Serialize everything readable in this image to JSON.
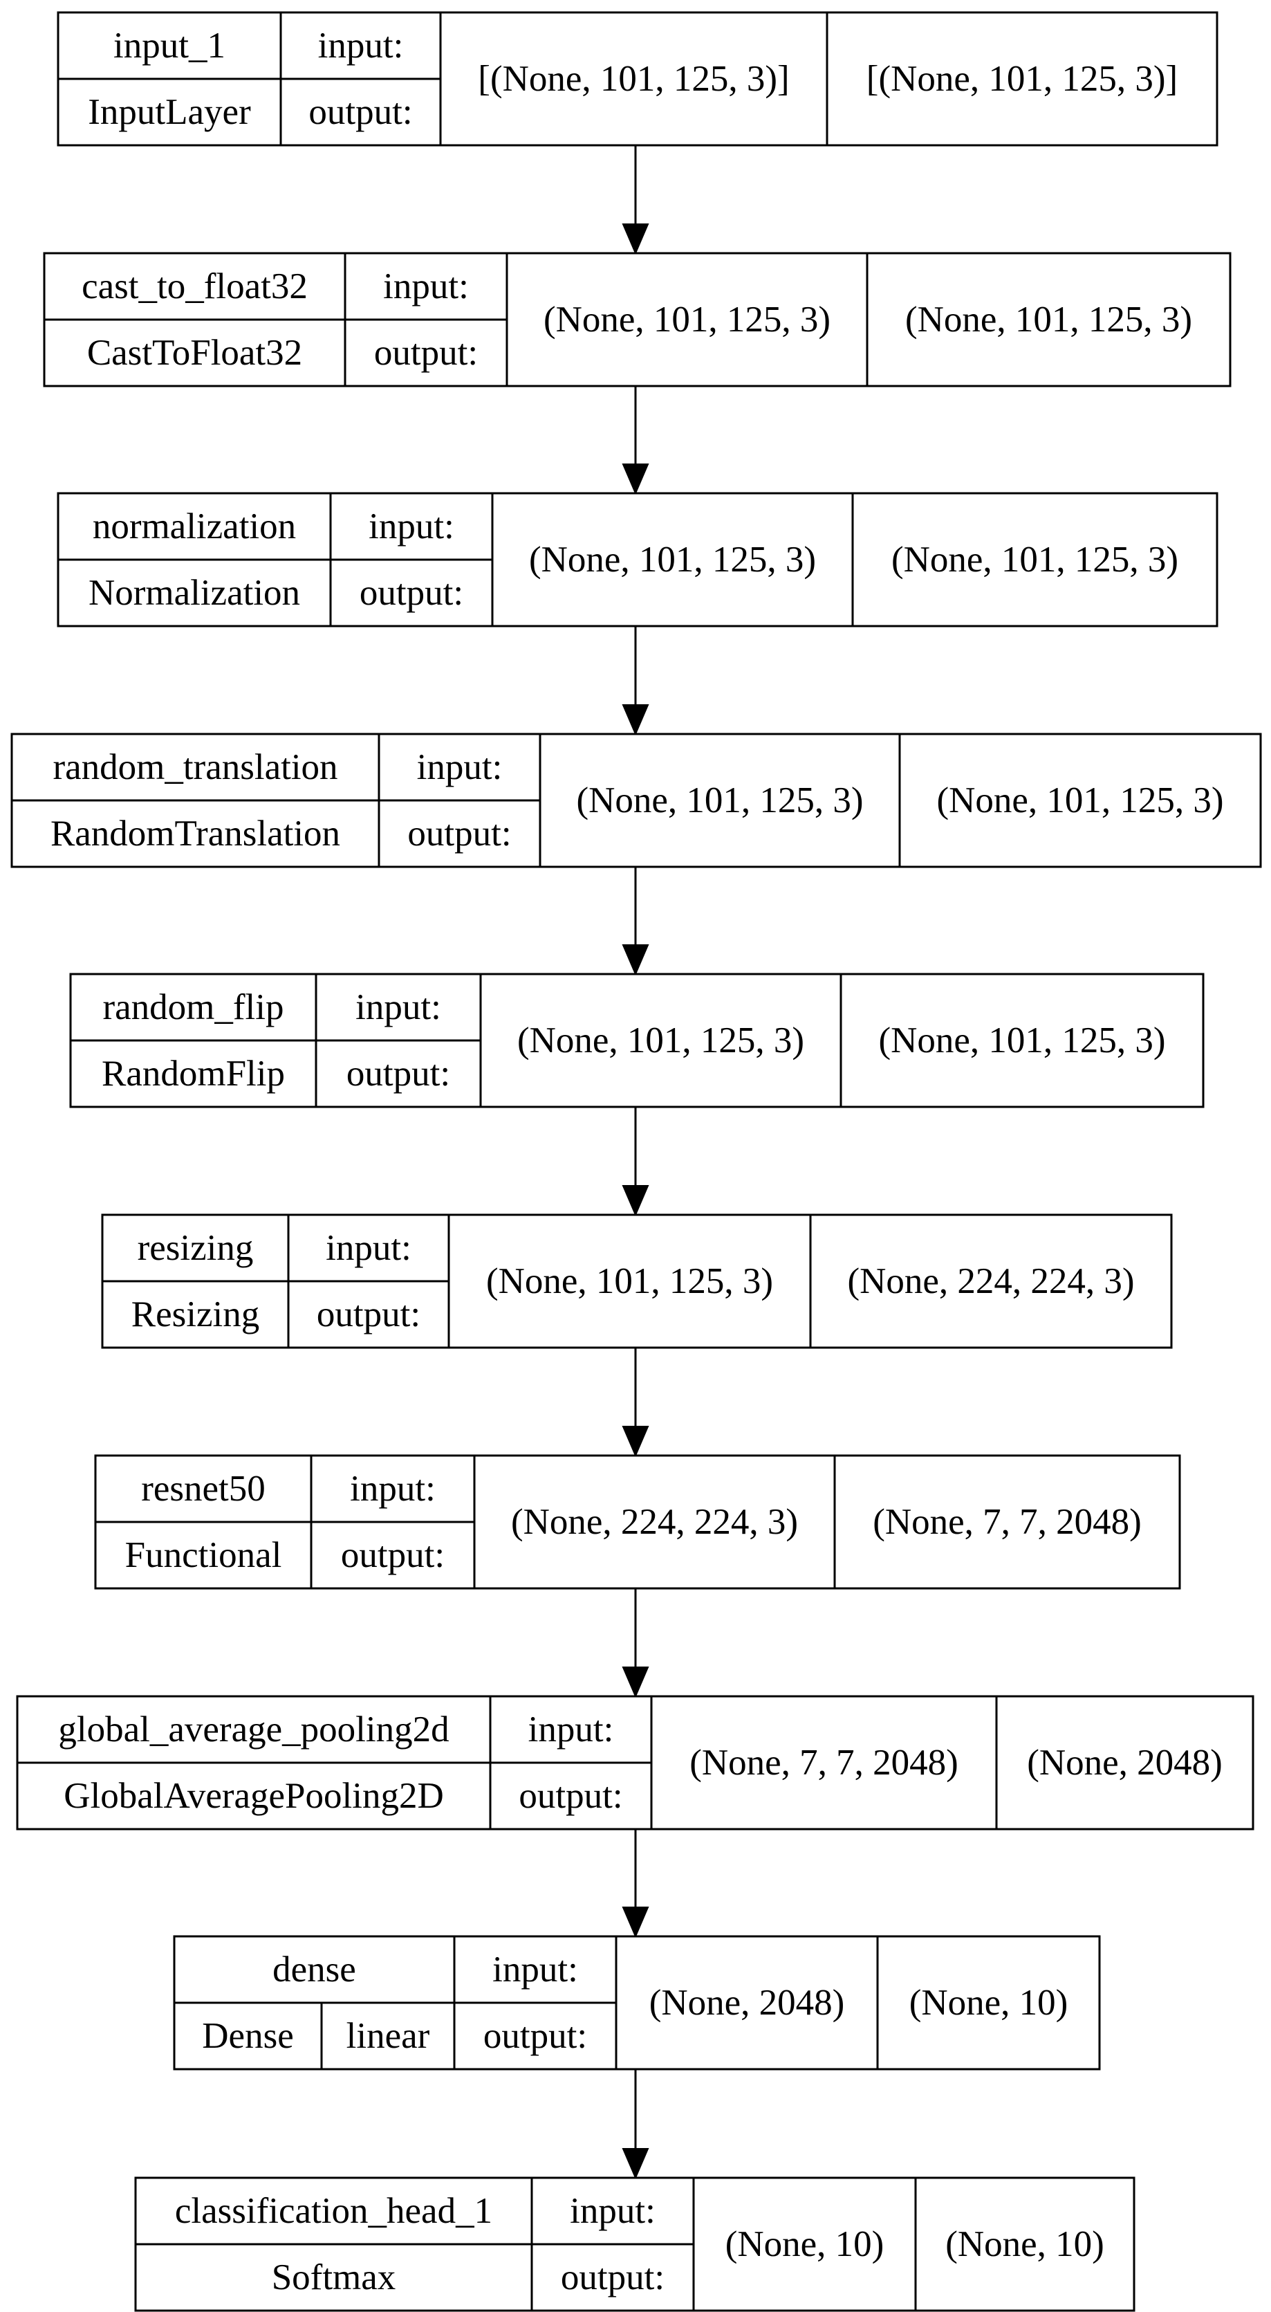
{
  "diagram": {
    "port_labels": {
      "input": "input:",
      "output": "output:"
    },
    "layers": [
      {
        "name": "input_1",
        "class_name": "InputLayer",
        "input_shape": "[(None, 101, 125, 3)]",
        "output_shape": "[(None, 101, 125, 3)]"
      },
      {
        "name": "cast_to_float32",
        "class_name": "CastToFloat32",
        "input_shape": "(None, 101, 125, 3)",
        "output_shape": "(None, 101, 125, 3)"
      },
      {
        "name": "normalization",
        "class_name": "Normalization",
        "input_shape": "(None, 101, 125, 3)",
        "output_shape": "(None, 101, 125, 3)"
      },
      {
        "name": "random_translation",
        "class_name": "RandomTranslation",
        "input_shape": "(None, 101, 125, 3)",
        "output_shape": "(None, 101, 125, 3)"
      },
      {
        "name": "random_flip",
        "class_name": "RandomFlip",
        "input_shape": "(None, 101, 125, 3)",
        "output_shape": "(None, 101, 125, 3)"
      },
      {
        "name": "resizing",
        "class_name": "Resizing",
        "input_shape": "(None, 101, 125, 3)",
        "output_shape": "(None, 224, 224, 3)"
      },
      {
        "name": "resnet50",
        "class_name": "Functional",
        "input_shape": "(None, 224, 224, 3)",
        "output_shape": "(None, 7, 7, 2048)"
      },
      {
        "name": "global_average_pooling2d",
        "class_name": "GlobalAveragePooling2D",
        "input_shape": "(None, 7, 7, 2048)",
        "output_shape": "(None, 2048)"
      },
      {
        "name": "dense",
        "class_name": "Dense",
        "activation": "linear",
        "input_shape": "(None, 2048)",
        "output_shape": "(None, 10)"
      },
      {
        "name": "classification_head_1",
        "class_name": "Softmax",
        "input_shape": "(None, 10)",
        "output_shape": "(None, 10)"
      }
    ]
  }
}
